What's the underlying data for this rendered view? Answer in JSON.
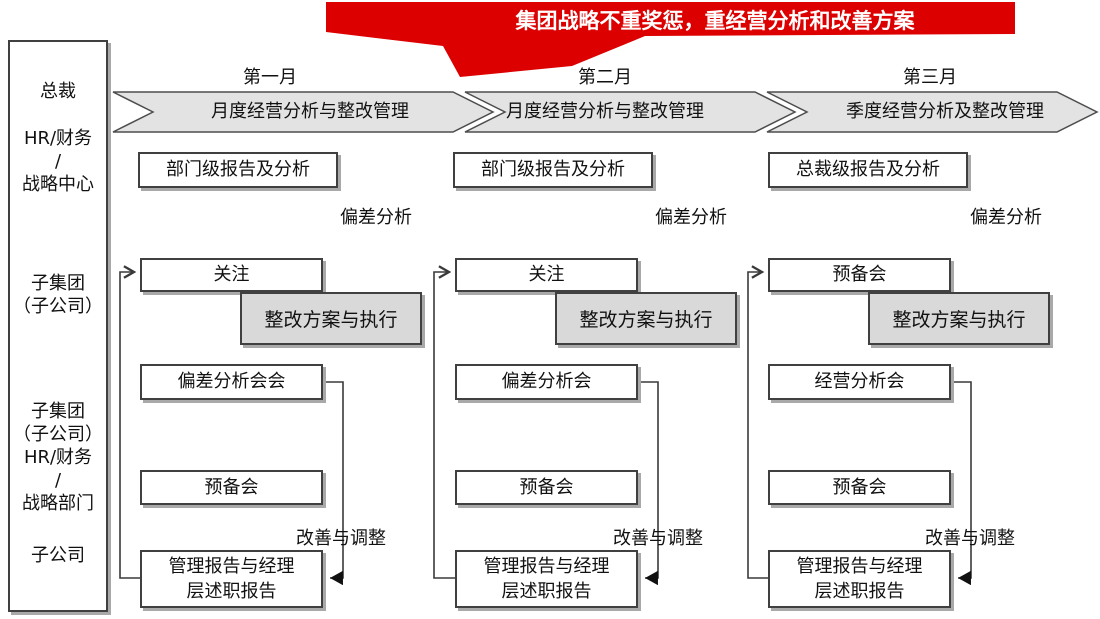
{
  "banner": {
    "text": "集团战略不重奖惩，重经营分析和改善方案",
    "color": "#dd0000"
  },
  "sidebar": {
    "groups": [
      {
        "label": "总裁"
      },
      {
        "label": "HR/财务\n/\n战略中心"
      },
      {
        "label": "子集团\n（子公司）"
      },
      {
        "label": "子集团\n（子公司）\nHR/财务\n/\n战略部门"
      },
      {
        "label": "子公司"
      }
    ]
  },
  "columns": [
    {
      "month": "第一月",
      "phase": "月度经营分析与整改管理",
      "report_box": "部门级报告及分析",
      "deviation_label": "偏差分析",
      "focus_box": "关注",
      "rectify_box": "整改方案与执行",
      "meeting_box": "偏差分析会会",
      "prep_box": "预备会",
      "adjust_label": "改善与调整",
      "management_box": "管理报告与经理\n层述职报告"
    },
    {
      "month": "第二月",
      "phase": "月度经营分析与整改管理",
      "report_box": "部门级报告及分析",
      "deviation_label": "偏差分析",
      "focus_box": "关注",
      "rectify_box": "整改方案与执行",
      "meeting_box": "偏差分析会",
      "prep_box": "预备会",
      "adjust_label": "改善与调整",
      "management_box": "管理报告与经理\n层述职报告"
    },
    {
      "month": "第三月",
      "phase": "季度经营分析及整改管理",
      "report_box": "总裁级报告及分析",
      "deviation_label": "偏差分析",
      "focus_box": "预备会",
      "rectify_box": "整改方案与执行",
      "meeting_box": "经营分析会",
      "prep_box": "预备会",
      "adjust_label": "改善与调整",
      "management_box": "管理报告与经理\n层述职报告"
    }
  ],
  "colors": {
    "banner_red": "#dd0000",
    "chevron_gray": "#e3e3e3",
    "overlay_box_gray": "#d9d9d9",
    "line_dark": "#3a3a3a",
    "shadow_gray": "#a9a9a9"
  }
}
